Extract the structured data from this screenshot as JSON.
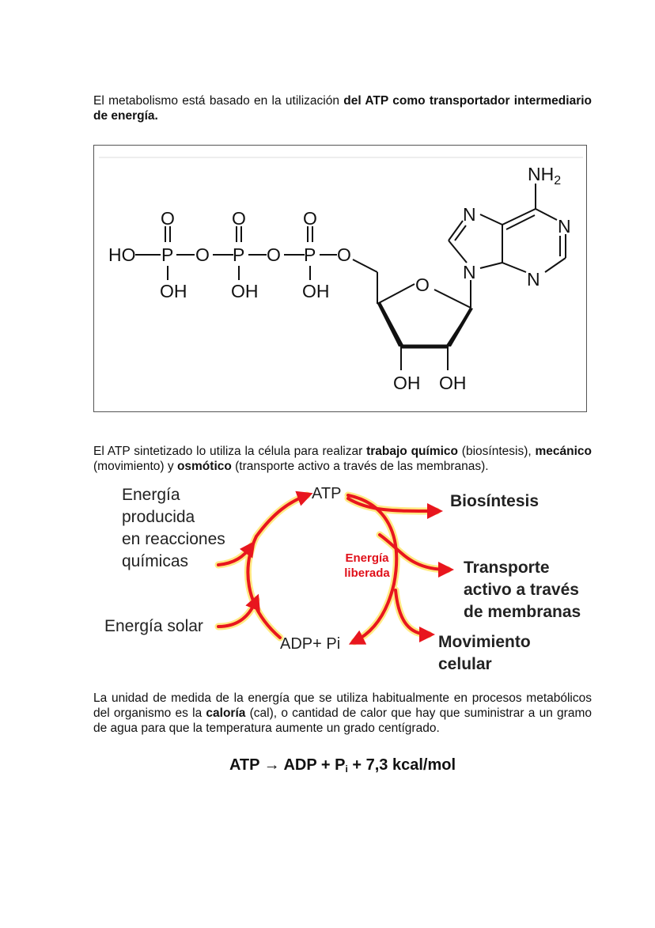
{
  "paragraph1": {
    "text_a": "El metabolismo está basado en la utilización ",
    "bold_a": "del ATP como transportador intermediario de energía."
  },
  "atp_structure": {
    "phosphate_chain": {
      "ho_label": "HO",
      "oxygen_top": "O",
      "phosphorus": "P",
      "bridge_oxygen": "O",
      "oh_label": "OH"
    },
    "ribose": {
      "ring_oxygen": "O",
      "oh_left": "OH",
      "oh_right": "OH"
    },
    "adenine": {
      "amine": "NH",
      "amine_sub": "2",
      "nitrogen": "N"
    }
  },
  "paragraph2": {
    "text_a": "El ATP sintetizado lo utiliza la célula para realizar ",
    "bold_a": "trabajo químico",
    "text_b": " (biosíntesis), ",
    "bold_b": "mecánico",
    "text_c": " (movimiento) y ",
    "bold_c": "osmótico",
    "text_d": " (transporte activo a través de las membranas)."
  },
  "cycle": {
    "energy_chemical_lines": [
      "Energía",
      "producida",
      "en reacciones",
      "químicas"
    ],
    "energy_solar": "Energía solar",
    "atp": "ATP",
    "adp_pi": "ADP+ Pi",
    "energy_released_lines": [
      "Energía",
      "liberada"
    ],
    "biosynthesis": "Biosíntesis",
    "transport_lines": [
      "Transporte",
      "activo a través",
      "de membranas"
    ],
    "movement_lines": [
      "Movimiento",
      "celular"
    ],
    "arrow_color": "#e8161e",
    "glow_color": "#ffe566"
  },
  "paragraph3": {
    "text_a": "La unidad de medida de la energía que se utiliza habitualmente en procesos metabólicos del organismo es la ",
    "bold_a": "caloría",
    "text_b": " (cal), o cantidad de calor que hay que suministrar a un gramo de agua para que la temperatura aumente un grado centígrado."
  },
  "equation": {
    "left": "ATP → ADP + P",
    "sub": "i",
    "right": " + 7,3 kcal/mol"
  }
}
